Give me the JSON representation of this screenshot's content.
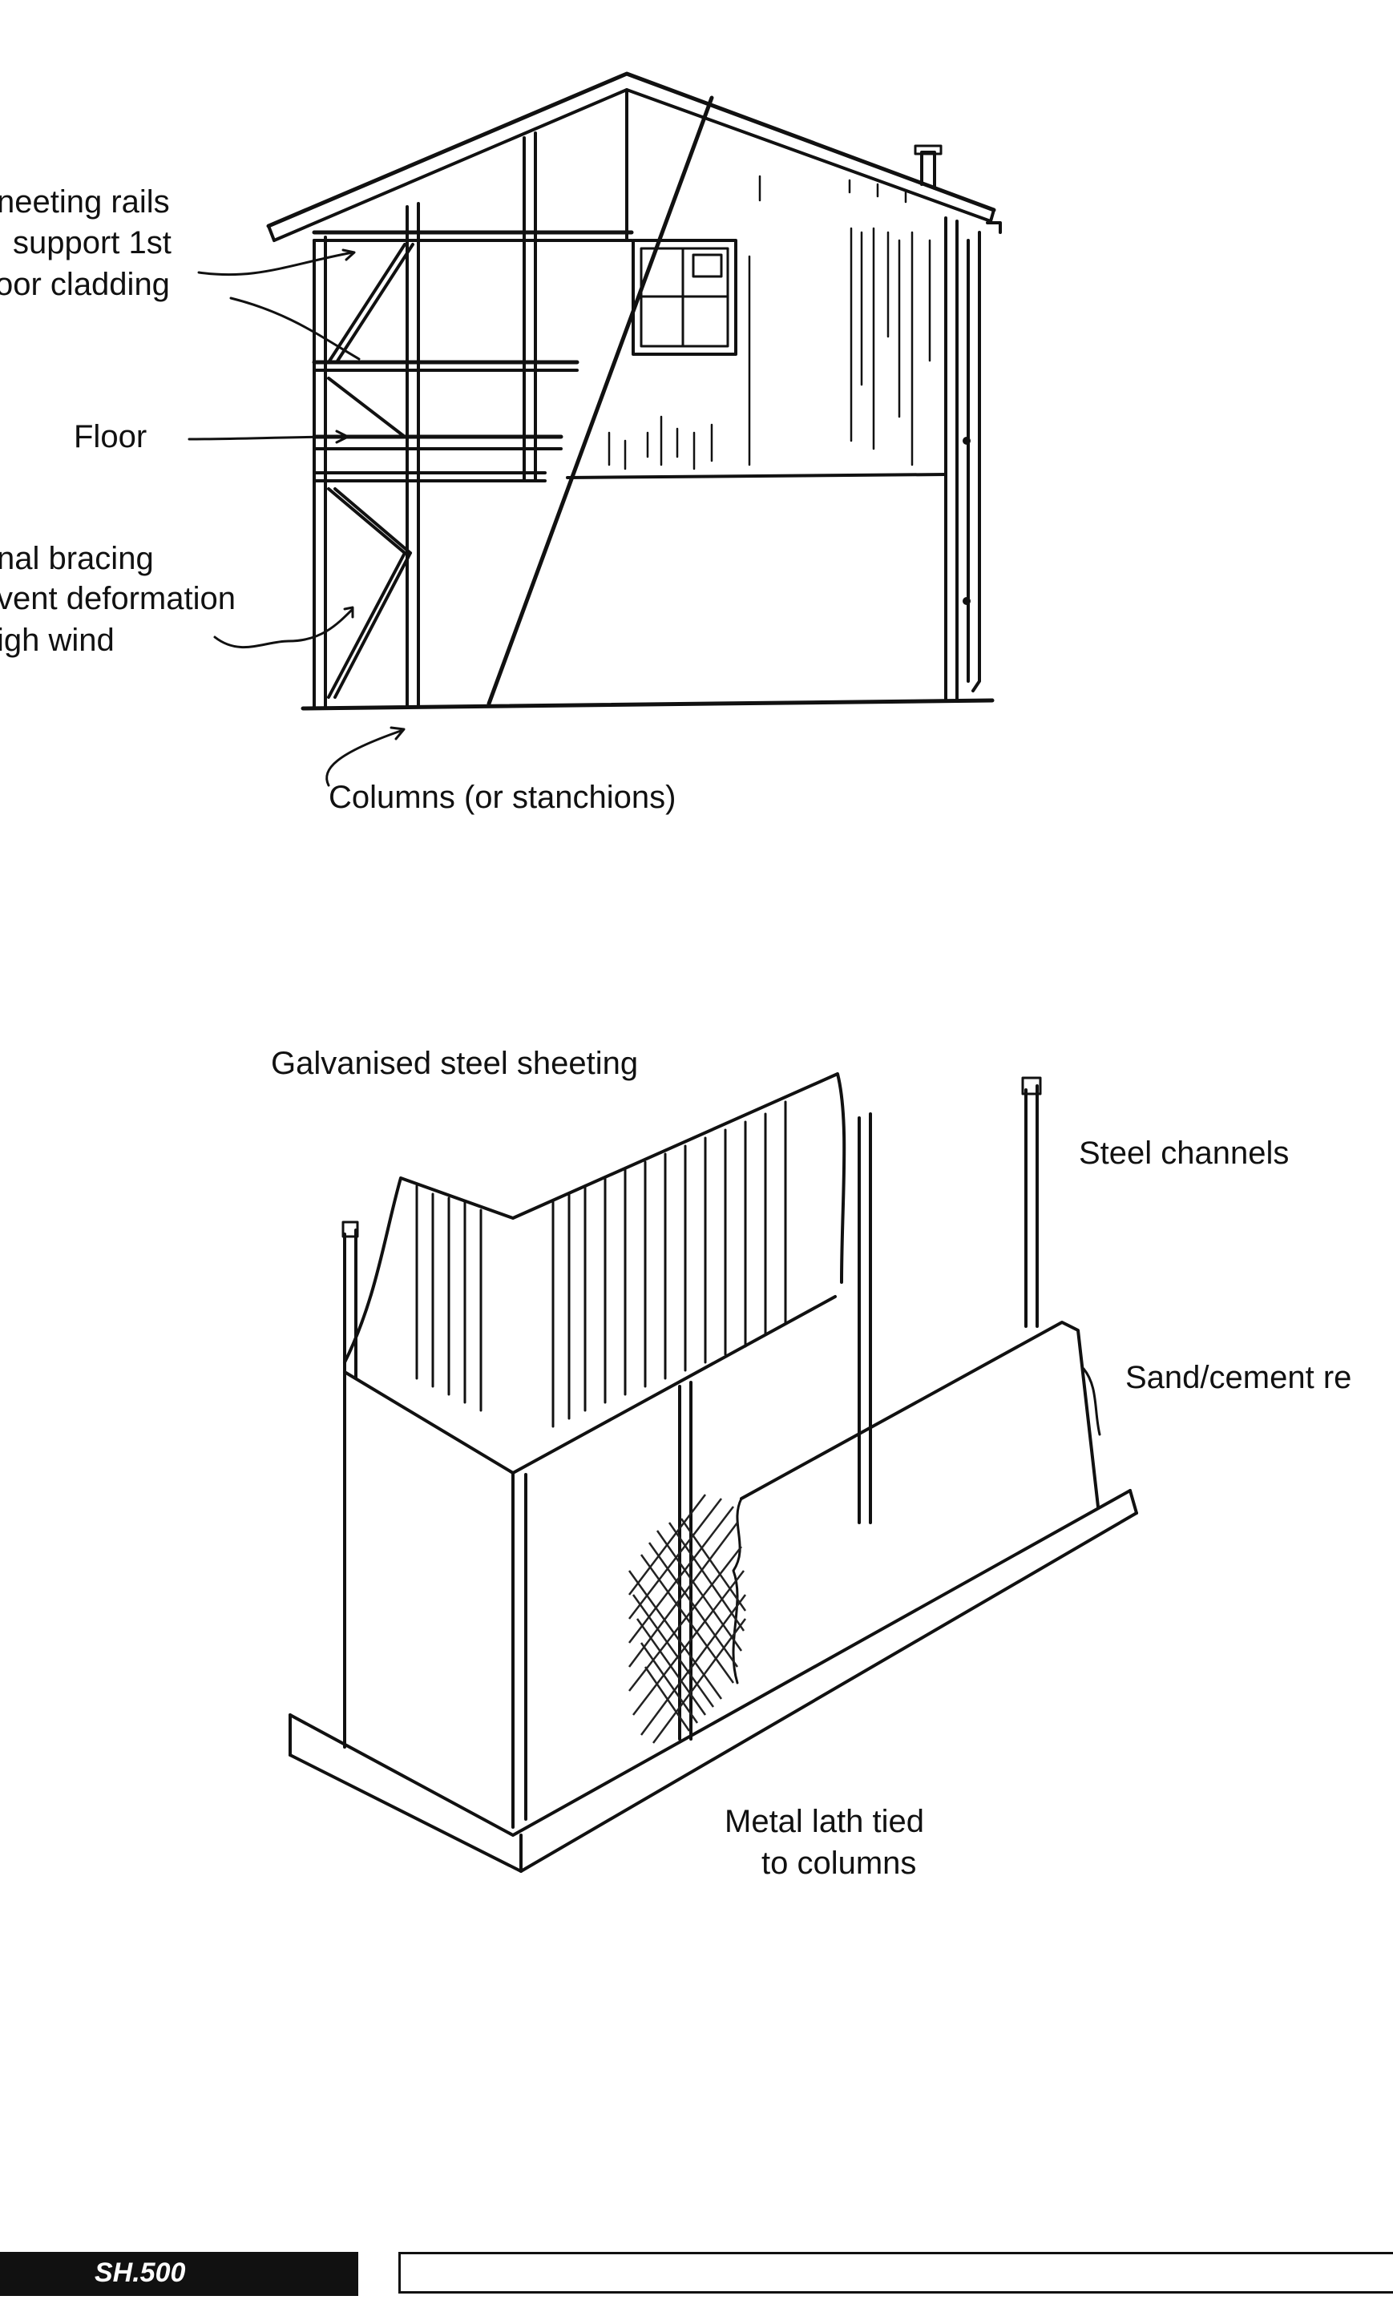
{
  "diagram_top": {
    "labels": {
      "sheeting_rails_line1": "neeting rails",
      "sheeting_rails_line2": "support 1st",
      "sheeting_rails_line3": "oor cladding",
      "floor": "Floor",
      "bracing_line1": "nal bracing",
      "bracing_line2": "vent deformation",
      "bracing_line3": "igh wind",
      "columns": "Columns (or stanchions)"
    }
  },
  "diagram_bottom": {
    "labels": {
      "galvanised": "Galvanised steel sheeting",
      "steel_channels": "Steel channels",
      "sand_cement": "Sand/cement re",
      "metal_lath_line1": "Metal lath tied",
      "metal_lath_line2": "to columns"
    }
  },
  "footer": {
    "code": "SH.500"
  },
  "colors": {
    "ink": "#111111",
    "paper": "#ffffff"
  }
}
